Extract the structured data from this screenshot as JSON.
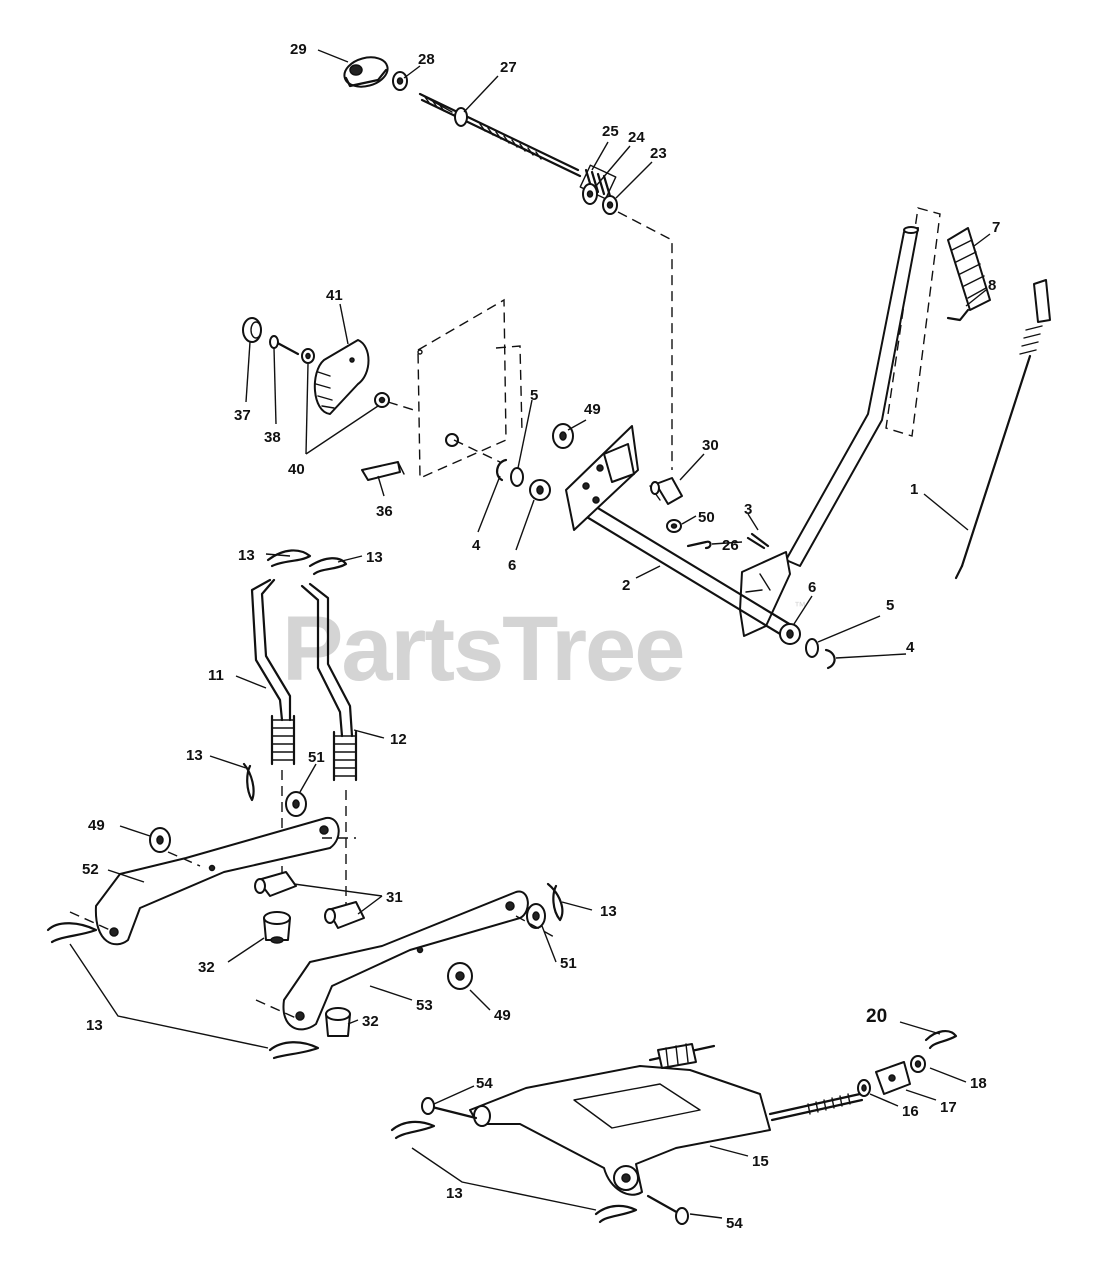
{
  "watermark": {
    "text": "PartsTree",
    "trademark": "™"
  },
  "callouts": [
    {
      "id": "c29",
      "label": "29"
    },
    {
      "id": "c28",
      "label": "28"
    },
    {
      "id": "c27",
      "label": "27"
    },
    {
      "id": "c25",
      "label": "25"
    },
    {
      "id": "c24",
      "label": "24"
    },
    {
      "id": "c23",
      "label": "23"
    },
    {
      "id": "c7",
      "label": "7"
    },
    {
      "id": "c8",
      "label": "8"
    },
    {
      "id": "c41",
      "label": "41"
    },
    {
      "id": "c37",
      "label": "37"
    },
    {
      "id": "c38",
      "label": "38"
    },
    {
      "id": "c40",
      "label": "40"
    },
    {
      "id": "c36",
      "label": "36"
    },
    {
      "id": "c5a",
      "label": "5"
    },
    {
      "id": "c49a",
      "label": "49"
    },
    {
      "id": "c30",
      "label": "30"
    },
    {
      "id": "c4a",
      "label": "4"
    },
    {
      "id": "c6a",
      "label": "6"
    },
    {
      "id": "c50",
      "label": "50"
    },
    {
      "id": "c3",
      "label": "3"
    },
    {
      "id": "c26",
      "label": "26"
    },
    {
      "id": "c1",
      "label": "1"
    },
    {
      "id": "c2",
      "label": "2"
    },
    {
      "id": "c6b",
      "label": "6"
    },
    {
      "id": "c5b",
      "label": "5"
    },
    {
      "id": "c4b",
      "label": "4"
    },
    {
      "id": "c13a",
      "label": "13"
    },
    {
      "id": "c13b",
      "label": "13"
    },
    {
      "id": "c11",
      "label": "11"
    },
    {
      "id": "c12",
      "label": "12"
    },
    {
      "id": "c13c",
      "label": "13"
    },
    {
      "id": "c51a",
      "label": "51"
    },
    {
      "id": "c49b",
      "label": "49"
    },
    {
      "id": "c52",
      "label": "52"
    },
    {
      "id": "c31",
      "label": "31"
    },
    {
      "id": "c13d",
      "label": "13"
    },
    {
      "id": "c32a",
      "label": "32"
    },
    {
      "id": "c51b",
      "label": "51"
    },
    {
      "id": "c53",
      "label": "53"
    },
    {
      "id": "c49c",
      "label": "49"
    },
    {
      "id": "c32b",
      "label": "32"
    },
    {
      "id": "c13e",
      "label": "13"
    },
    {
      "id": "c20",
      "label": "20"
    },
    {
      "id": "c18",
      "label": "18"
    },
    {
      "id": "c54a",
      "label": "54"
    },
    {
      "id": "c17",
      "label": "17"
    },
    {
      "id": "c16",
      "label": "16"
    },
    {
      "id": "c15",
      "label": "15"
    },
    {
      "id": "c13f",
      "label": "13"
    },
    {
      "id": "c54b",
      "label": "54"
    }
  ]
}
